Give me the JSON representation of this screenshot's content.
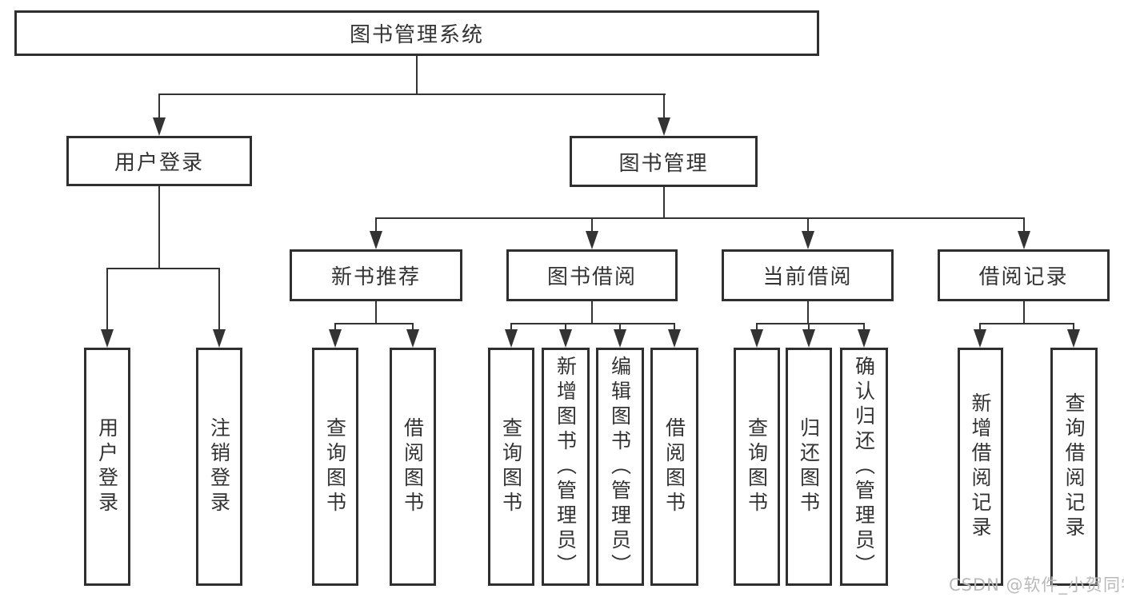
{
  "diagram": {
    "type": "hierarchy-tree",
    "root_label": "图书管理系统",
    "level2": {
      "user_login": "用户登录",
      "book_mgmt": "图书管理"
    },
    "level3": {
      "new_books": "新书推荐",
      "book_borrow": "图书借阅",
      "current_borrow": "当前借阅",
      "borrow_records": "借阅记录"
    },
    "leaves": {
      "user_login": "用户登录",
      "logout": "注销登录",
      "nb_query": "查询图书",
      "nb_borrow": "借阅图书",
      "bb_query": "查询图书",
      "bb_add": "新增图书（管理员）",
      "bb_edit": "编辑图书（管理员）",
      "bb_borrow": "借阅图书",
      "cb_query": "查询图书",
      "cb_return": "归还图书",
      "cb_confirm": "确认归还（管理员）",
      "br_add": "新增借阅记录",
      "br_query": "查询借阅记录"
    },
    "colors": {
      "line": "#333333",
      "box_border": "#2f2f2f",
      "text": "#333333",
      "watermark": "#b9b9b9",
      "background": "#ffffff"
    }
  },
  "watermark": "CSDN @软件_小贺同学"
}
